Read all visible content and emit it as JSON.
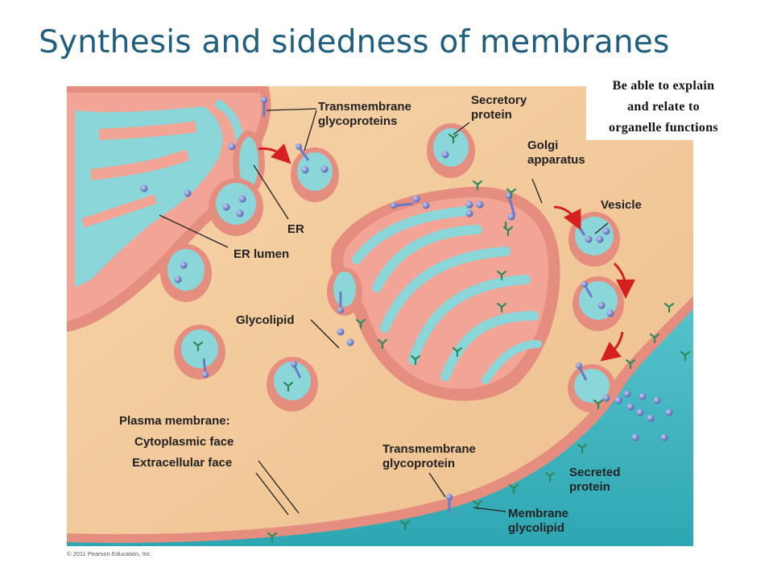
{
  "slide": {
    "title": "Synthesis and sidedness of membranes",
    "note_lines": [
      "Be able to explain",
      "and relate to",
      "organelle functions"
    ],
    "copyright": "© 2011 Pearson Education, Inc."
  },
  "diagram": {
    "labels": {
      "transmembrane_glycoproteins": [
        "Transmembrane",
        "glycoproteins"
      ],
      "secretory_protein": [
        "Secretory",
        "protein"
      ],
      "golgi_apparatus": [
        "Golgi",
        "apparatus"
      ],
      "vesicle": "Vesicle",
      "er": "ER",
      "er_lumen": "ER lumen",
      "glycolipid": "Glycolipid",
      "plasma_membrane": "Plasma membrane:",
      "cytoplasmic_face": "Cytoplasmic face",
      "extracellular_face": "Extracellular face",
      "transmembrane_glycoprotein": [
        "Transmembrane",
        "glycoprotein"
      ],
      "secreted_protein": [
        "Secreted",
        "protein"
      ],
      "membrane_glycolipid": [
        "Membrane",
        "glycolipid"
      ]
    },
    "colors": {
      "cytoplasm": "#f2c99a",
      "membrane": "#e58e80",
      "lumen": "#8ad6d8",
      "extracellular": "#3fb5c0",
      "protein": "#6a7ac8",
      "carbohydrate": "#2e8a5a",
      "arrow": "#d62020"
    }
  }
}
